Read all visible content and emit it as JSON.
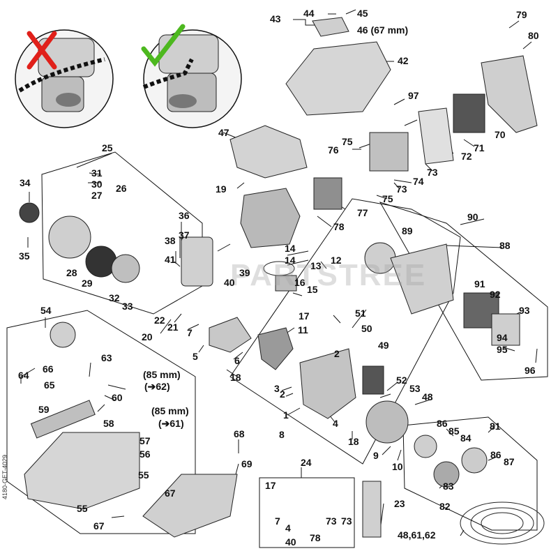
{
  "side_code": "4180-GET-4029",
  "watermark": "PARTSTREE",
  "labels": {
    "l1": "1",
    "l2a": "2",
    "l2b": "2",
    "l3": "3",
    "l4a": "4",
    "l4b": "4",
    "l5": "5",
    "l6": "6",
    "l7a": "7",
    "l7b": "7",
    "l8": "8",
    "l9": "9",
    "l10": "10",
    "l11": "11",
    "l12": "12",
    "l13": "13",
    "l14a": "14",
    "l14b": "14",
    "l15": "15",
    "l16": "16",
    "l17a": "17",
    "l17b": "17",
    "l18a": "18",
    "l18b": "18",
    "l19": "19",
    "l20": "20",
    "l21": "21",
    "l22": "22",
    "l23": "23",
    "l24": "24",
    "l25": "25",
    "l26": "26",
    "l27": "27",
    "l28": "28",
    "l29": "29",
    "l30": "30",
    "l31": "31",
    "l32": "32",
    "l33": "33",
    "l34": "34",
    "l35": "35",
    "l36": "36",
    "l37": "37",
    "l38": "38",
    "l39": "39",
    "l40a": "40",
    "l40b": "40",
    "l41": "41",
    "l42": "42",
    "l43": "43",
    "l44": "44",
    "l45": "45",
    "l46": "46 (67 mm)",
    "l47": "47",
    "l48": "48",
    "l49": "49",
    "l50": "50",
    "l51": "51",
    "l52": "52",
    "l53": "53",
    "l54": "54",
    "l55a": "55",
    "l55b": "55",
    "l56": "56",
    "l57": "57",
    "l58": "58",
    "l59": "59",
    "l60": "60",
    "l61a": "(85 mm)",
    "l61b": "(➔61)",
    "l62a": "(85 mm)",
    "l62b": "(➔62)",
    "l63": "63",
    "l64": "64",
    "l65": "65",
    "l66": "66",
    "l67a": "67",
    "l67b": "67",
    "l68": "68",
    "l69": "69",
    "l70": "70",
    "l71": "71",
    "l72": "72",
    "l73a": "73",
    "l73b": "73",
    "l73c": "73",
    "l73d": "73",
    "l74": "74",
    "l75a": "75",
    "l75b": "75",
    "l76": "76",
    "l77": "77",
    "l78a": "78",
    "l78b": "78",
    "l79": "79",
    "l80": "80",
    "l81": "81",
    "l82": "82",
    "l83": "83",
    "l84": "84",
    "l85": "85",
    "l86a": "86",
    "l86b": "86",
    "l87": "87",
    "l88": "88",
    "l89": "89",
    "l90": "90",
    "l91": "91",
    "l92": "92",
    "l93": "93",
    "l94": "94",
    "l95": "95",
    "l96": "96",
    "l97": "97",
    "l48b": "48,61,62"
  },
  "colors": {
    "line": "#111111",
    "wrong": "#e0201a",
    "right": "#4db81f",
    "part": "#d8d8d8",
    "part_dark": "#8a8a8a"
  }
}
